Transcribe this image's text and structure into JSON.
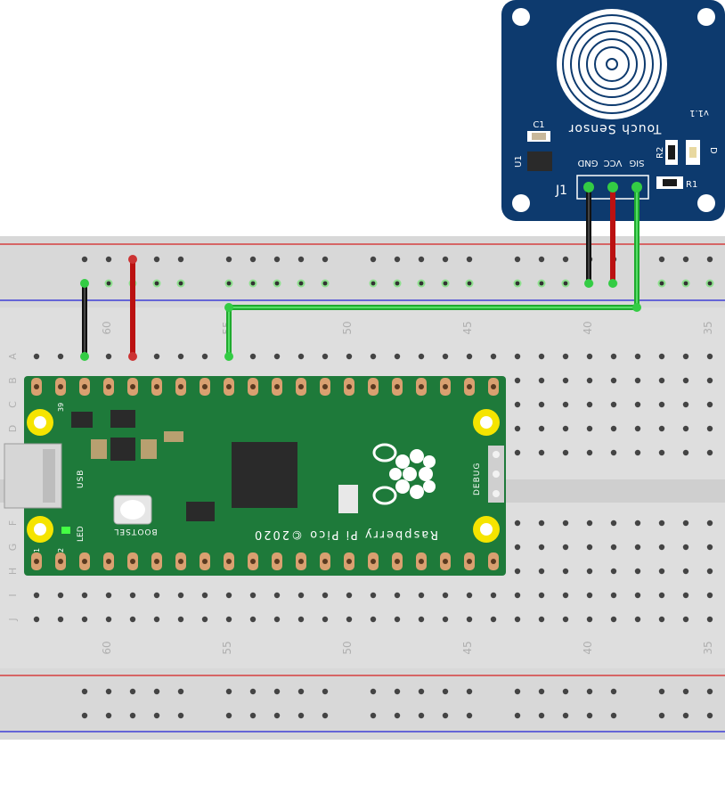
{
  "breadboard": {
    "column_numbers": [
      "60",
      "55",
      "50",
      "45",
      "40",
      "35"
    ],
    "row_letters_top": [
      "A",
      "B",
      "C",
      "D",
      "E"
    ],
    "row_letters_bottom": [
      "F",
      "G",
      "H",
      "I",
      "J"
    ]
  },
  "pico": {
    "brand": "Raspberry Pi Pico ©2020",
    "usb_label": "USB",
    "bootsel_label": "BOOTSEL",
    "debug_label": "DEBUG",
    "led_label": "LED",
    "pin_39": "39",
    "pin_1": "1",
    "pin_2": "2"
  },
  "touch_sensor": {
    "title": "Touch Sensor",
    "version": "v1.1",
    "connector": "J1",
    "pins": [
      "GND",
      "VCC",
      "SIG"
    ],
    "parts": [
      "C1",
      "U1",
      "R2",
      "D",
      "R1"
    ]
  },
  "wires": [
    {
      "name": "GND",
      "color": "#1a1a1a"
    },
    {
      "name": "VCC",
      "color": "#cc1111"
    },
    {
      "name": "SIG",
      "color": "#22bb33"
    }
  ],
  "colors": {
    "board_pcb": "#1e7a3a",
    "sensor_pcb": "#0d3a6e",
    "breadboard": "#dcdcdc",
    "rail_red": "#d42020",
    "rail_blue": "#2020d4"
  }
}
